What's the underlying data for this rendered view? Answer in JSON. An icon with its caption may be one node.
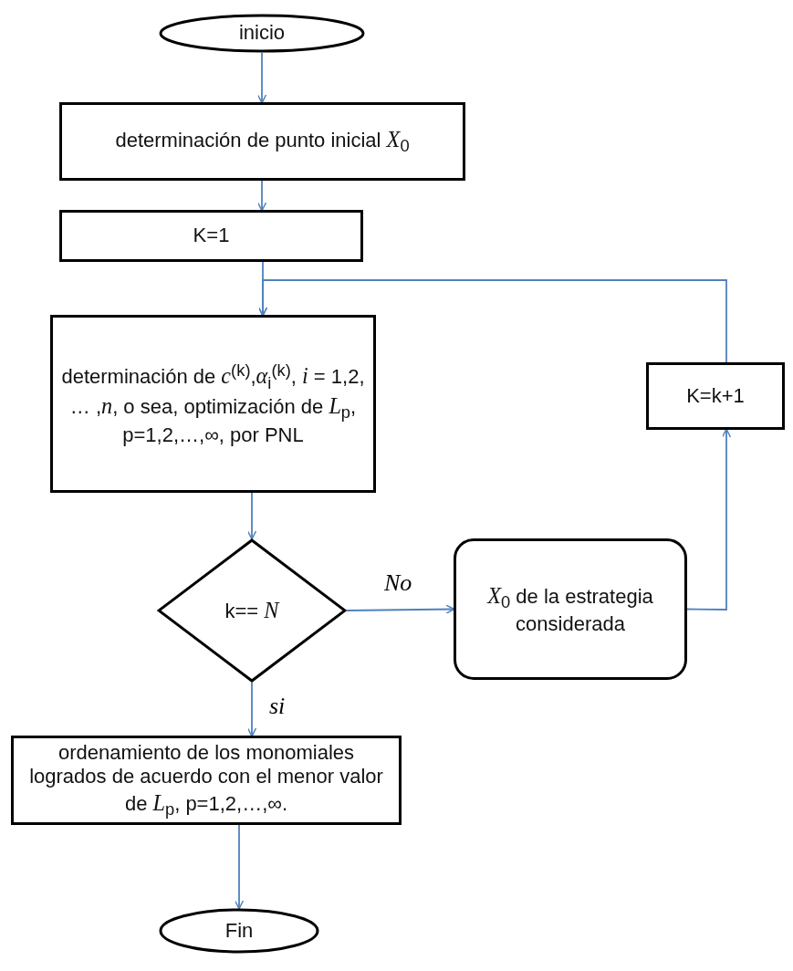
{
  "diagram": {
    "nodes": [
      {
        "text": [
          "inicio"
        ]
      },
      {
        "text": [
          "determinación de punto inicial *X*$_{0}$"
        ]
      },
      {
        "text": [
          "K=1"
        ]
      },
      {
        "text": [
          "determinación de *c*$^{(k)}$,*α*$_{i}$$^{(k)}$, *i* = 1,2, … ,*n*, o sea, optimización de *L*$_{p}$, p=1,2,…,∞, por PNL"
        ]
      },
      {
        "text": [
          "k== *N*"
        ]
      },
      {
        "text": [
          "*X*$_{0}$ de la estrategia considerada"
        ]
      },
      {
        "text": [
          "K=k+1"
        ]
      },
      {
        "text": [
          "ordenamiento de los monomiales logrados de acuerdo con el menor valor de  *L*$_{p}$, p=1,2,…,∞."
        ]
      },
      {
        "text": [
          "Fin"
        ]
      }
    ],
    "edges": [
      {
        "from": 0,
        "to": 1,
        "arrow": "to"
      },
      {
        "from": 1,
        "to": 2,
        "arrow": "to"
      },
      {
        "from": 2,
        "to": 3,
        "arrow": "to"
      },
      {
        "from": 3,
        "to": 4,
        "arrow": "to"
      },
      {
        "from": 4,
        "to": 5,
        "arrow": "to",
        "label": "No"
      },
      {
        "from": 5,
        "to": 6,
        "arrow": "to"
      },
      {
        "from": 6,
        "to": 3,
        "arrow": "to"
      },
      {
        "from": 4,
        "to": 7,
        "arrow": "to",
        "label": "si"
      },
      {
        "from": 7,
        "to": 8,
        "arrow": "to"
      }
    ]
  }
}
